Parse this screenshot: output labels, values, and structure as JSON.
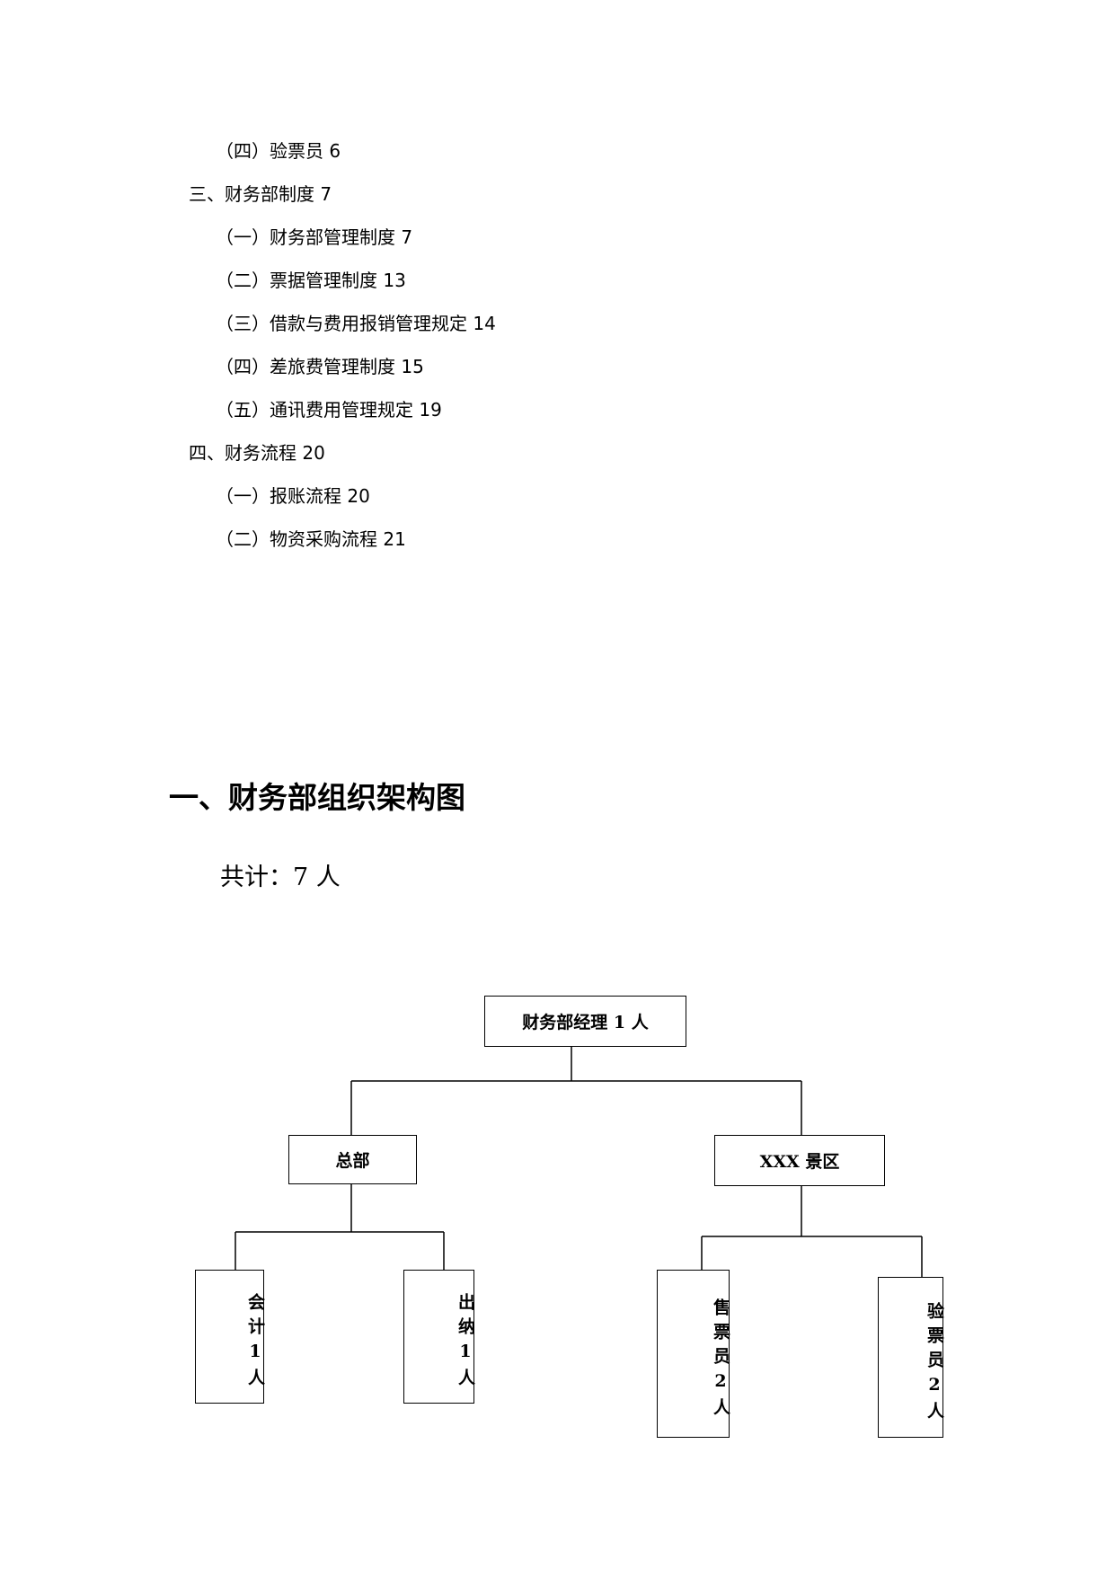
{
  "toc": [
    {
      "level": 2,
      "text": "（四）验票员 6"
    },
    {
      "level": 1,
      "text": "三、财务部制度 7"
    },
    {
      "level": 2,
      "text": "（一）财务部管理制度 7"
    },
    {
      "level": 2,
      "text": "（二）票据管理制度 13"
    },
    {
      "level": 2,
      "text": "（三）借款与费用报销管理规定 14"
    },
    {
      "level": 2,
      "text": "（四）差旅费管理制度 15"
    },
    {
      "level": 2,
      "text": "（五）通讯费用管理规定 19"
    },
    {
      "level": 1,
      "text": "四、财务流程 20"
    },
    {
      "level": 2,
      "text": "（一）报账流程 20"
    },
    {
      "level": 2,
      "text": "（二）物资采购流程 21"
    }
  ],
  "section": {
    "title": "一、财务部组织架构图",
    "total": "共计：7 人"
  },
  "org_chart": {
    "manager": "财务部经理 1 人",
    "hq": "总部",
    "scenic": "XXX 景区",
    "accountant": "会计1人",
    "cashier": "出纳1人",
    "ticket_seller": "售票员2人",
    "ticket_checker": "验票员2人"
  }
}
